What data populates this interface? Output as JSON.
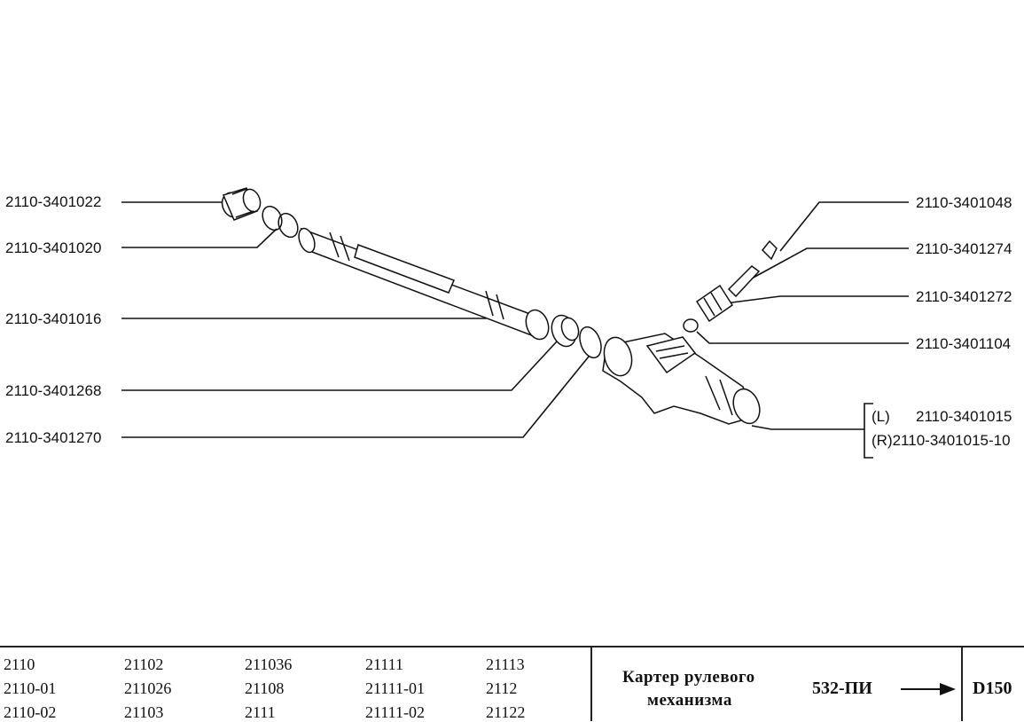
{
  "callouts": [
    {
      "id": "c1",
      "text": "2110-3401022"
    },
    {
      "id": "c2",
      "text": "2110-3401020"
    },
    {
      "id": "c3",
      "text": "2110-3401016"
    },
    {
      "id": "c4",
      "text": "2110-3401268"
    },
    {
      "id": "c5",
      "text": "2110-3401270"
    },
    {
      "id": "c6",
      "text": "2110-3401048"
    },
    {
      "id": "c7",
      "text": "2110-3401274"
    },
    {
      "id": "c8",
      "text": "2110-3401272"
    },
    {
      "id": "c9",
      "text": "2110-3401104"
    }
  ],
  "housing": {
    "left_prefix": "(L)",
    "left_part": "2110-3401015",
    "right_label": "(R)2110-3401015-10"
  },
  "footer": {
    "models": [
      [
        "2110",
        "2110-01",
        "2110-02"
      ],
      [
        "21102",
        "211026",
        "21103"
      ],
      [
        "211036",
        "21108",
        "2111"
      ],
      [
        "21111",
        "21111-01",
        "21111-02"
      ],
      [
        "21113",
        "2112",
        "21122"
      ]
    ],
    "title_line1": "Картер рулевого",
    "title_line2": "механизма",
    "ref_code": "532-ПИ",
    "page_code": "D150"
  },
  "colors": {
    "ink": "#111111",
    "background": "#ffffff"
  }
}
